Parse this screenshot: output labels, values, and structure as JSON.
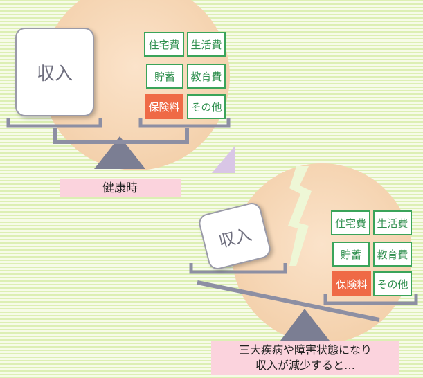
{
  "healthy": {
    "income": "収入",
    "caption": "健康時",
    "expenses": [
      "住宅費",
      "生活費",
      "貯蓄",
      "教育費",
      "保険料",
      "その他"
    ]
  },
  "illness": {
    "income": "収入",
    "caption_line1": "三大疾病や障害状態になり",
    "caption_line2": "収入が減少すると…",
    "expenses": [
      "住宅費",
      "生活費",
      "貯蓄",
      "教育費",
      "保険料",
      "その他"
    ]
  },
  "colors": {
    "circle": "#f9d9bc",
    "beam": "#8d8fa3",
    "box_border": "#3aa45a",
    "highlight": "#ef6a46",
    "caption_bg": "#fbd3dd",
    "arrow": "#d9c6e6"
  },
  "icons": {
    "transition": "arrow-icon"
  }
}
